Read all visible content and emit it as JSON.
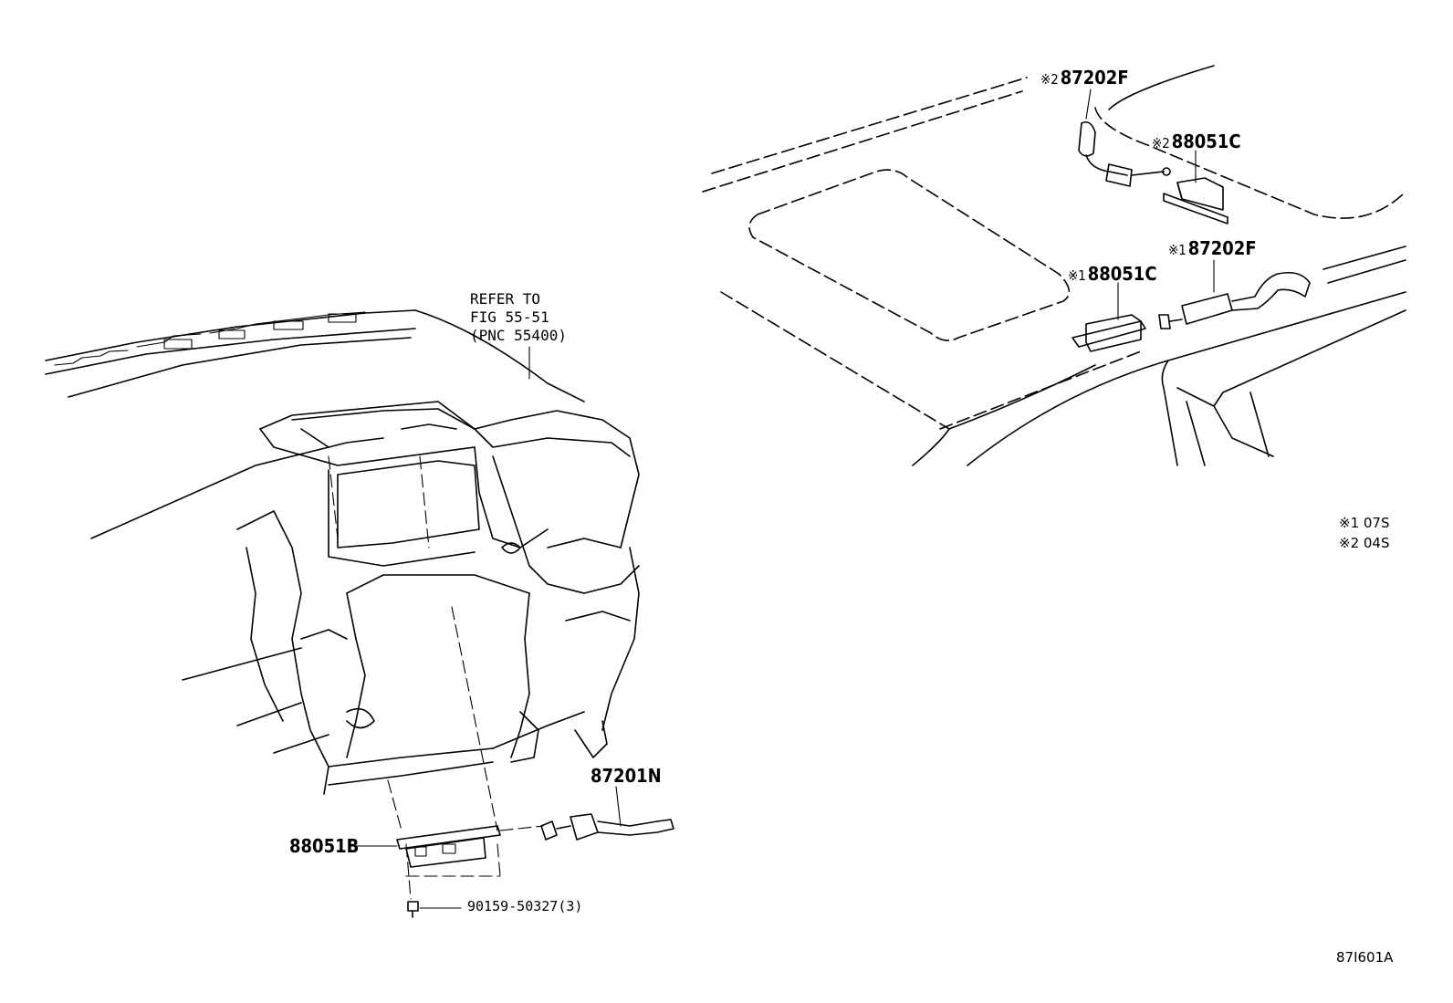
{
  "diagram": {
    "refer_note": {
      "line1": "REFER TO",
      "line2": "FIG 55-51",
      "line3": "(PNC 55400)"
    },
    "parts": {
      "p87202F_top": {
        "mark": "※2",
        "number": "87202F"
      },
      "p88051C_top": {
        "mark": "※2",
        "number": "88051C"
      },
      "p87202F_mid": {
        "mark": "※1",
        "number": "87202F"
      },
      "p88051C_mid": {
        "mark": "※1",
        "number": "88051C"
      },
      "p87201N": {
        "number": "87201N"
      },
      "p88051B": {
        "number": "88051B"
      },
      "p90159": {
        "number": "90159-50327(3)"
      }
    },
    "legend": {
      "item1": "※1 07S",
      "item2": "※2 04S"
    },
    "figure_code": "87I601A"
  }
}
